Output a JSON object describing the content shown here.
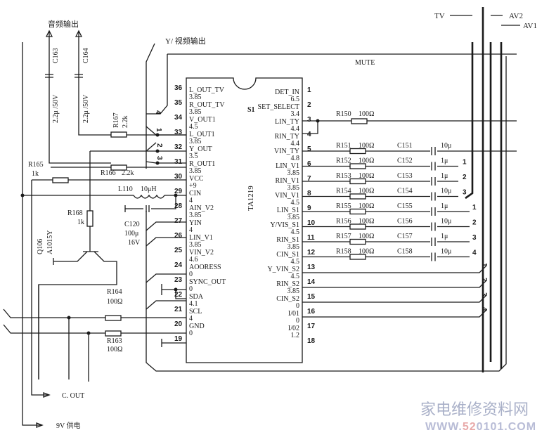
{
  "ic": {
    "part": "TA1219",
    "mark": "S1",
    "left_pins": [
      {
        "num": "36",
        "name": "L_OUT_TV",
        "volt": "3.85"
      },
      {
        "num": "35",
        "name": "R_OUT_TV",
        "volt": "3.85"
      },
      {
        "num": "34",
        "name": "V_OUT1",
        "volt": "4.5"
      },
      {
        "num": "33",
        "name": "L_OUT1",
        "volt": "3.85"
      },
      {
        "num": "32",
        "name": "Y_OUT",
        "volt": "3.5"
      },
      {
        "num": "31",
        "name": "R_OUT1",
        "volt": "3.85"
      },
      {
        "num": "30",
        "name": "VCC",
        "volt": "+9"
      },
      {
        "num": "29",
        "name": "CIN",
        "volt": "4"
      },
      {
        "num": "28",
        "name": "AIN_V2",
        "volt": "3.85"
      },
      {
        "num": "27",
        "name": "YIN",
        "volt": "4"
      },
      {
        "num": "26",
        "name": "LIN_V1",
        "volt": "3.85"
      },
      {
        "num": "25",
        "name": "VIN_V2",
        "volt": "4.6"
      },
      {
        "num": "24",
        "name": "AOORESS",
        "volt": "0"
      },
      {
        "num": "23",
        "name": "SYNC_OUT",
        "volt": "0"
      },
      {
        "num": "22",
        "name": "SDA",
        "volt": "4.1"
      },
      {
        "num": "21",
        "name": "SCL",
        "volt": "4"
      },
      {
        "num": "20",
        "name": "GND",
        "volt": "0"
      },
      {
        "num": "19",
        "name": "",
        "volt": ""
      }
    ],
    "right_pins": [
      {
        "num": "1",
        "name": "DET_IN",
        "volt": "6.5"
      },
      {
        "num": "2",
        "name": "SET_SELECT",
        "volt": "3.4"
      },
      {
        "num": "3",
        "name": "LIN_TY",
        "volt": "4.4"
      },
      {
        "num": "4",
        "name": "RIN_TY",
        "volt": "4.4"
      },
      {
        "num": "5",
        "name": "VIN_TY",
        "volt": "4.8"
      },
      {
        "num": "6",
        "name": "LIN_V1",
        "volt": "3.85"
      },
      {
        "num": "7",
        "name": "RIN_V1",
        "volt": "3.85"
      },
      {
        "num": "8",
        "name": "VIN_V1",
        "volt": "4.5"
      },
      {
        "num": "9",
        "name": "LIN_S1",
        "volt": "3.85"
      },
      {
        "num": "10",
        "name": "Y/VIS_S1",
        "volt": "4.5"
      },
      {
        "num": "11",
        "name": "RIN_S1",
        "volt": "3.85"
      },
      {
        "num": "12",
        "name": "CIN_S1",
        "volt": "4.5"
      },
      {
        "num": "13",
        "name": "Y_VIN_S2",
        "volt": "4.5"
      },
      {
        "num": "14",
        "name": "RIN_S2",
        "volt": "3.85"
      },
      {
        "num": "15",
        "name": "CIN_S2",
        "volt": "0"
      },
      {
        "num": "16",
        "name": "I/01",
        "volt": "0"
      },
      {
        "num": "17",
        "name": "I/02",
        "volt": "1.2"
      },
      {
        "num": "18",
        "name": "",
        "volt": ""
      }
    ]
  },
  "labels": {
    "audio_out": "音频输出",
    "video_out": "Y/ 视频输出",
    "mute": "MUTE",
    "tv": "TV",
    "av2": "AV2",
    "av1": "AV1",
    "c_out": "C. OUT",
    "supply_9v": "9V 供电"
  },
  "components": {
    "C163": {
      "ref": "C163",
      "value": "2.2μ /50V"
    },
    "C164": {
      "ref": "C164",
      "value": "2.2μ /50V"
    },
    "R167": {
      "ref": "R167",
      "value": "2.2k"
    },
    "R165": {
      "ref": "R165",
      "value": "1k"
    },
    "R166": {
      "ref": "R166",
      "value": "2.2k"
    },
    "L110": {
      "ref": "L110",
      "value": "10μH"
    },
    "C120": {
      "ref": "C120",
      "value": "100μ",
      "rating": "16V"
    },
    "R168": {
      "ref": "R168",
      "value": "1k"
    },
    "Q106": {
      "ref": "Q106",
      "value": "A1015Y"
    },
    "R164": {
      "ref": "R164",
      "value": "100Ω"
    },
    "R163": {
      "ref": "R163",
      "value": "100Ω"
    },
    "R150": {
      "ref": "R150",
      "value": "100Ω"
    }
  },
  "input_rows": [
    {
      "r": "R151",
      "rv": "100Ω",
      "c": "C151",
      "cv": "10μ",
      "sw": ""
    },
    {
      "r": "R152",
      "rv": "100Ω",
      "c": "C152",
      "cv": "1μ",
      "sw": "1"
    },
    {
      "r": "R153",
      "rv": "100Ω",
      "c": "C153",
      "cv": "1μ",
      "sw": "2"
    },
    {
      "r": "R154",
      "rv": "100Ω",
      "c": "C154",
      "cv": "10μ",
      "sw": "3"
    },
    {
      "r": "R155",
      "rv": "100Ω",
      "c": "C155",
      "cv": "1μ",
      "sw": "1"
    },
    {
      "r": "R156",
      "rv": "100Ω",
      "c": "C156",
      "cv": "10μ",
      "sw": "2"
    },
    {
      "r": "R157",
      "rv": "100Ω",
      "c": "C157",
      "cv": "1μ",
      "sw": "3"
    },
    {
      "r": "R158",
      "rv": "100Ω",
      "c": "C158",
      "cv": "10μ",
      "sw": "4"
    }
  ],
  "switch_labels": {
    "s2_numbers": [
      "1",
      "2",
      "3",
      "4"
    ],
    "left_switch": [
      "4",
      "1",
      "2",
      "3"
    ],
    "left_lower_switch": [
      "1",
      "2",
      "3",
      "4"
    ]
  },
  "watermark": {
    "cn": "家电维修资料网",
    "url_a": "WWW.",
    "url_b": "52",
    "url_c": "0101.COM"
  }
}
